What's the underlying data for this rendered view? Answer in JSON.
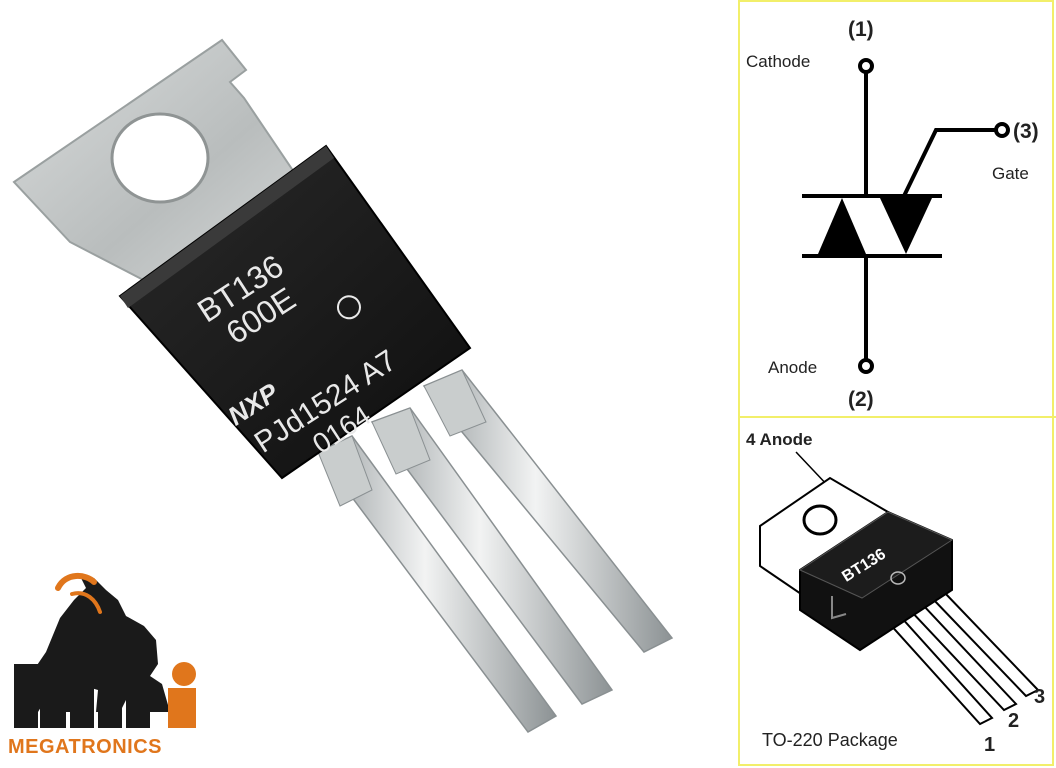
{
  "photo": {
    "chip_lines": [
      "BT136",
      "600E"
    ],
    "chip_code1": "PJd1524 A7",
    "chip_code2": "0164",
    "chip_logo": "NXP"
  },
  "symbol": {
    "pin1_number": "(1)",
    "pin1_name": "Cathode",
    "pin2_number": "(2)",
    "pin2_name": "Anode",
    "pin3_number": "(3)",
    "pin3_name": "Gate"
  },
  "package": {
    "tab_label": "4 Anode",
    "chip_label": "BT136",
    "caption": "TO-220 Package",
    "pin_labels": [
      "1",
      "2",
      "3"
    ]
  },
  "brand": {
    "name": "MEGATRONICS",
    "color": "#e0761c"
  }
}
